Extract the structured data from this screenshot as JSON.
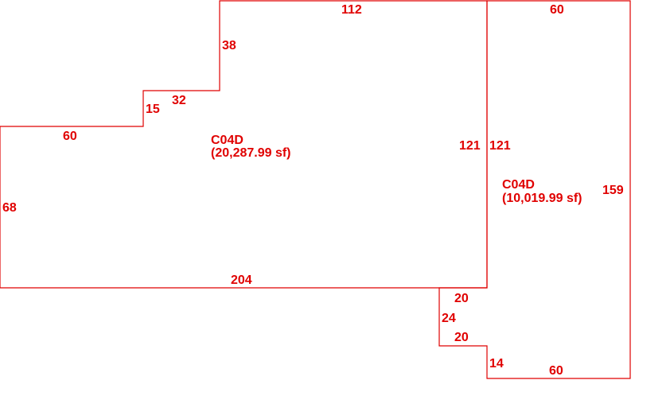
{
  "colors": {
    "line": "#e00000",
    "text": "#e00000",
    "background": "#ffffff"
  },
  "areas": [
    {
      "code": "C04D",
      "size": "(20,287.99 sf)"
    },
    {
      "code": "C04D",
      "size": "(10,019.99 sf)"
    }
  ],
  "dimensions": {
    "main_top": "112",
    "main_step_upper_vertical": "38",
    "main_step_horizontal": "32",
    "main_step_lower_vertical": "15",
    "main_left_top": "60",
    "main_left": "68",
    "main_bottom": "204",
    "main_right": "121",
    "annex_left": "121",
    "annex_top": "60",
    "annex_right": "159",
    "annex_notch_top": "20",
    "annex_notch_vertical": "24",
    "annex_notch_bottom": "20",
    "annex_step_vertical": "14",
    "annex_bottom": "60"
  }
}
